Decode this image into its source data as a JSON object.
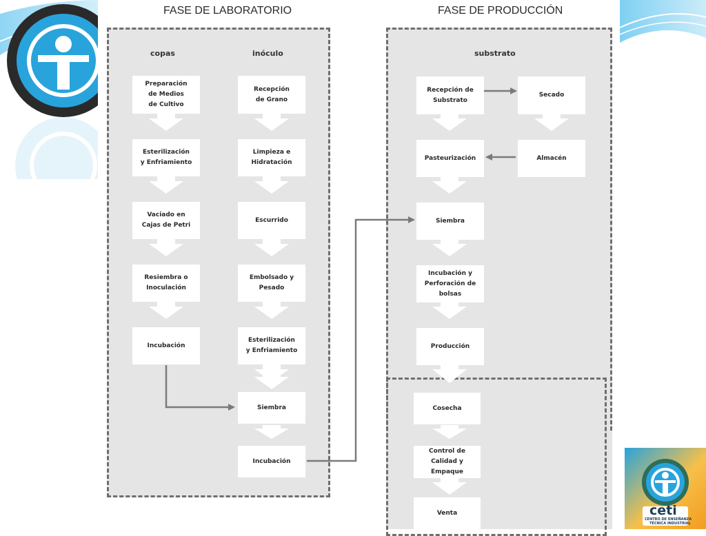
{
  "lab": {
    "title": "FASE DE LABORATORIO",
    "col_copas": "copas",
    "col_inoculo": "inóculo",
    "copas_steps": [
      "Preparación\nde Medios\nde Cultivo",
      "Esterilización\ny Enfriamiento",
      "Vaciado en\nCajas de Petri",
      "Resiembra o\nInoculación",
      "Incubación"
    ],
    "inoculo_steps": [
      "Recepción\nde Grano",
      "Limpieza e\nHidratación",
      "Escurrido",
      "Embolsado y\nPesado",
      "Esterilización\ny Enfriamiento",
      "Siembra",
      "Incubación"
    ]
  },
  "prod": {
    "title": "FASE DE PRODUCCIÓN",
    "col_substrato": "substrato",
    "main_steps": [
      "Recepción de\nSubstrato",
      "Pasteurización",
      "Siembra",
      "Incubación y\nPerforación de\nbolsas",
      "Producción",
      "Cosecha",
      "Control de\nCalidad y\nEmpaque",
      "Venta"
    ],
    "side_steps": [
      "Secado",
      "Almacén"
    ]
  },
  "logo": {
    "name": "ceti",
    "subtitle_line1": "CENTRO DE ENSEÑANZA",
    "subtitle_line2": "TÉCNICA INDUSTRIAL"
  },
  "colors": {
    "panel_gray": "#e5e5e5",
    "box": "#ffffff",
    "arrow_fill": "#ffffff",
    "connector": "#7a7a7a",
    "dash": "#6e6e6e",
    "accent_blue": "#29a3dc",
    "logo_orange": "#f29c1f"
  }
}
